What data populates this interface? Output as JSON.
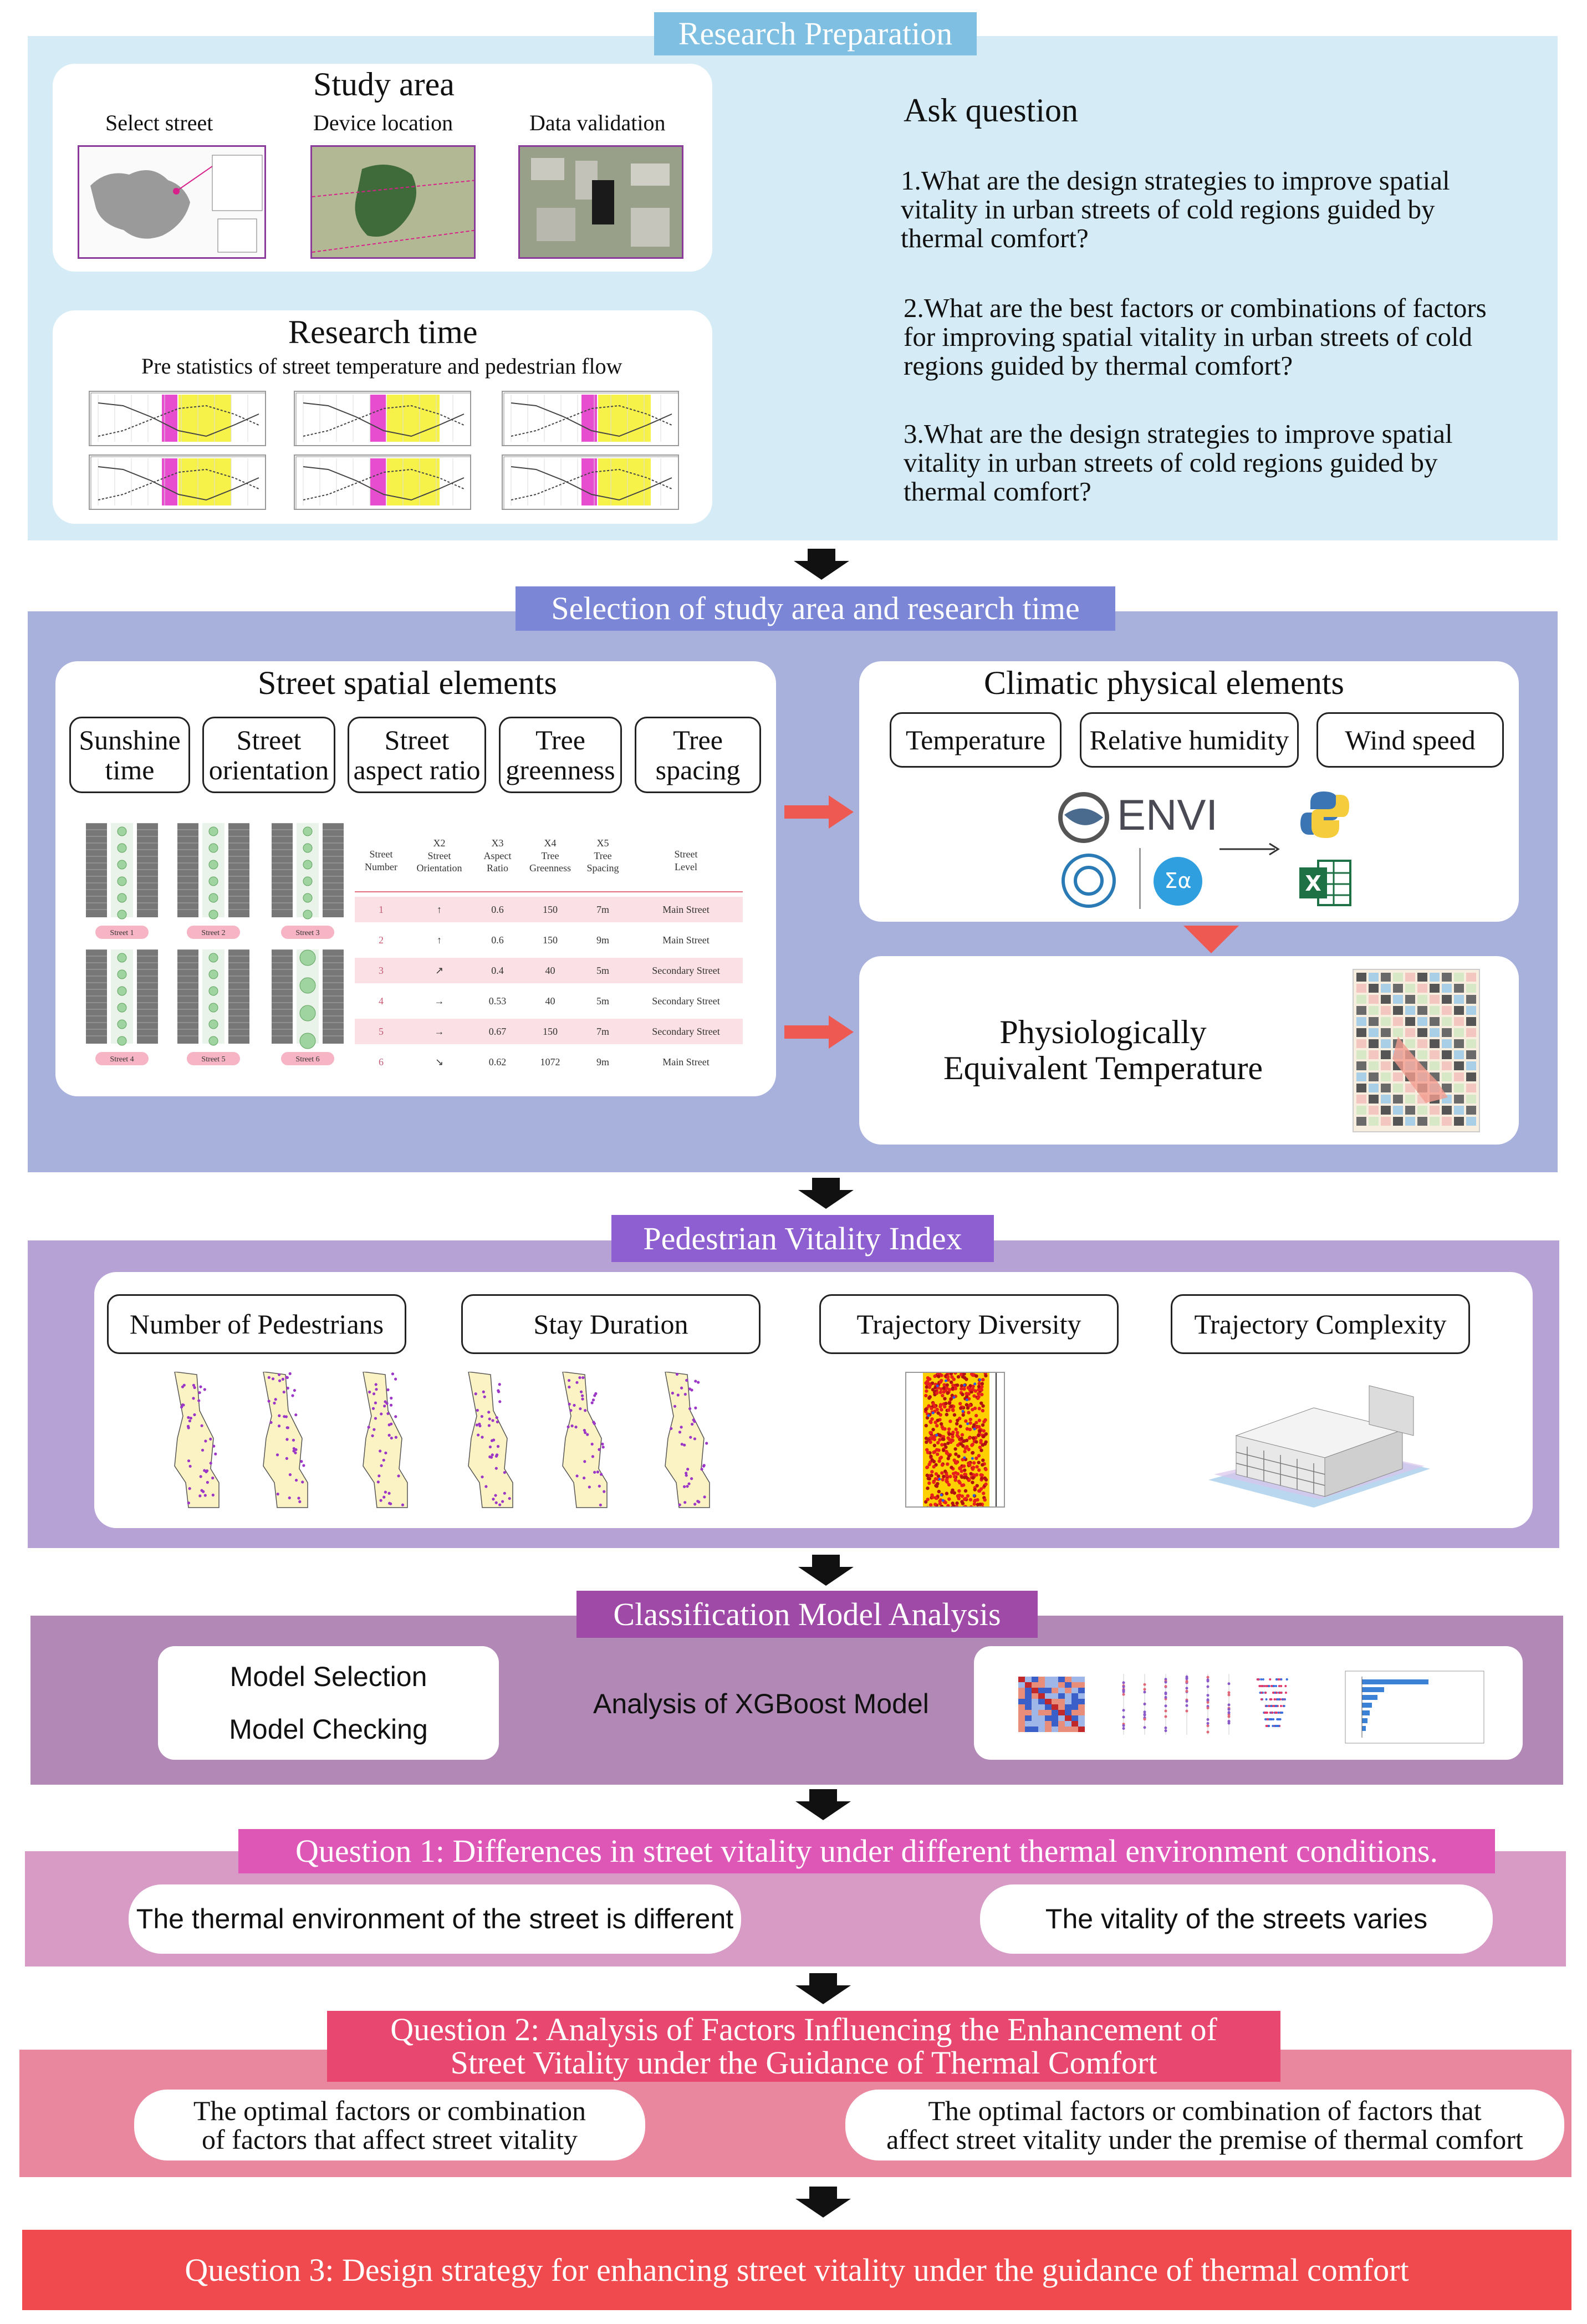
{
  "sections": {
    "prep": {
      "title": "Research Preparation",
      "bg": "#d5ecf6",
      "tab": "#7fbfe2"
    },
    "selection": {
      "title": "Selection of study area and research time",
      "bg": "#a8b0dc",
      "tab": "#7b86d6"
    },
    "pvi": {
      "title": "Pedestrian Vitality Index",
      "bg": "#b7a2d6",
      "tab": "#8d5fd0"
    },
    "cma": {
      "title": "Classification Model Analysis",
      "bg": "#b289b6",
      "tab": "#a04aa8"
    },
    "q1": {
      "title": "Question 1: Differences in street vitality under different thermal environment conditions.",
      "bg": "#d79bc6",
      "tab": "#de56b6"
    },
    "q2": {
      "title_l1": "Question 2: Analysis of Factors Influencing the Enhancement of",
      "title_l2": "Street Vitality under the Guidance of Thermal Comfort",
      "bg": "#e8879d",
      "tab": "#e8476f"
    },
    "q3": {
      "title": "Question 3: Design strategy for enhancing street vitality under the guidance of thermal comfort",
      "bg": "#f04a4f"
    }
  },
  "study_area": {
    "title": "Study area",
    "labels": [
      "Select street",
      "Device location",
      "Data validation"
    ]
  },
  "research_time": {
    "title": "Research time",
    "subtitle": "Pre statistics of street temperature and pedestrian flow"
  },
  "ask": {
    "title": "Ask question",
    "q1": [
      "1.What are the design strategies to improve spatial",
      "vitality in urban streets of cold regions guided by",
      "thermal comfort?"
    ],
    "q2": [
      "2.What are the best factors or combinations of factors",
      "for improving spatial vitality in urban streets of cold",
      "regions guided by thermal comfort?"
    ],
    "q3": [
      "3.What are the design strategies to improve spatial",
      "vitality in urban streets of cold regions guided by",
      "thermal comfort?"
    ]
  },
  "street_spatial": {
    "title": "Street spatial elements",
    "items": [
      [
        "Sunshine",
        "time"
      ],
      [
        "Street",
        "orientation"
      ],
      [
        "Street",
        "aspect ratio"
      ],
      [
        "Tree",
        "greenness"
      ],
      [
        "Tree",
        "spacing"
      ]
    ],
    "street_labels": [
      "Street 1",
      "Street 2",
      "Street 3",
      "Street 4",
      "Street 5",
      "Street 6"
    ],
    "table": {
      "headers": [
        [
          "Street",
          "Number"
        ],
        [
          "X2",
          "Street",
          "Orientation"
        ],
        [
          "X3",
          "Aspect",
          "Ratio"
        ],
        [
          "X4",
          "Tree",
          "Greenness"
        ],
        [
          "X5",
          "Tree",
          "Spacing"
        ],
        [
          "Street",
          "Level"
        ]
      ],
      "rows": [
        [
          "1",
          "↑",
          "0.6",
          "150",
          "7m",
          "Main Street"
        ],
        [
          "2",
          "↑",
          "0.6",
          "150",
          "9m",
          "Main Street"
        ],
        [
          "3",
          "↗",
          "0.4",
          "40",
          "5m",
          "Secondary Street"
        ],
        [
          "4",
          "→",
          "0.53",
          "40",
          "5m",
          "Secondary Street"
        ],
        [
          "5",
          "→",
          "0.67",
          "150",
          "7m",
          "Secondary Street"
        ],
        [
          "6",
          "↘",
          "0.62",
          "1072",
          "9m",
          "Main Street"
        ]
      ]
    }
  },
  "climatic": {
    "title": "Climatic physical elements",
    "items": [
      "Temperature",
      "Relative humidity",
      "Wind speed"
    ],
    "envi_label": "ENVI"
  },
  "pet": {
    "line1": "Physiologically",
    "line2": "Equivalent Temperature"
  },
  "pvi_items": [
    "Number of Pedestrians",
    "Stay Duration",
    "Trajectory Diversity",
    "Trajectory Complexity"
  ],
  "cma": {
    "left": [
      "Model Selection",
      "Model Checking"
    ],
    "middle": "Analysis of XGBoost Model"
  },
  "q1_items": [
    "The thermal environment of the street is different",
    "The vitality of the streets varies"
  ],
  "q2_items": {
    "left": [
      "The optimal factors or combination",
      "of factors that affect street vitality"
    ],
    "right": [
      "The optimal factors or combination of factors that",
      "affect street vitality under the premise of thermal comfort"
    ]
  },
  "colors": {
    "arrow": "#111111",
    "red_arrow": "#ee5a52",
    "pink_band": "#e64dcf",
    "yellow_band": "#f6f24a"
  }
}
